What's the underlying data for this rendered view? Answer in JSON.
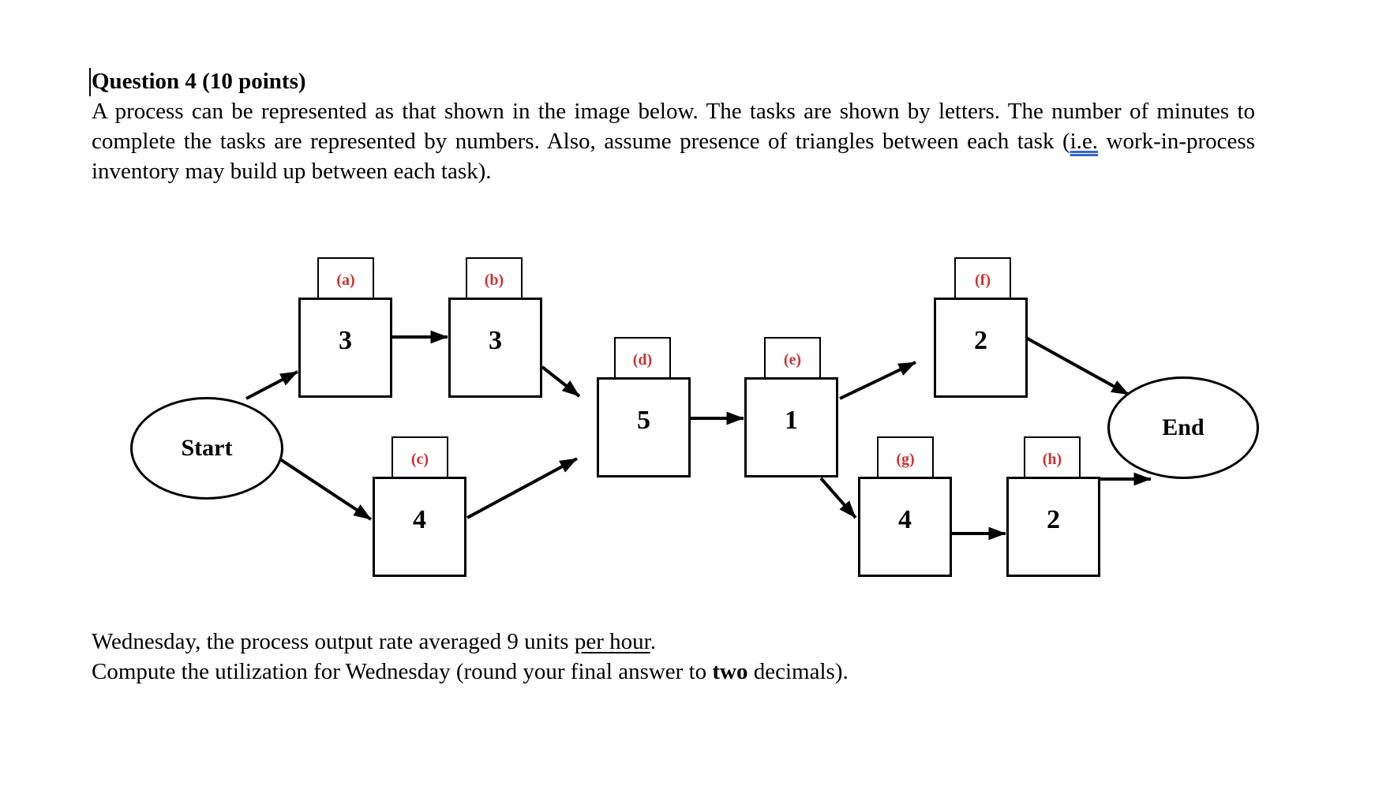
{
  "page": {
    "title": "Question 4 (10 points)",
    "paragraph": {
      "before_ie": "A process can be represented as that shown in the image below. The tasks are shown by letters. The number of minutes to complete the tasks are represented by numbers. Also, assume presence of triangles between each task (",
      "ie": "i.e.",
      "after_ie": " work-in-process inventory may build up between each task)."
    },
    "footer": {
      "line1_before": "Wednesday, the process output rate averaged 9 units ",
      "line1_underlined": "per hour",
      "line1_after": ".",
      "line2_before": "Compute the utilization for Wednesday (round your final answer to ",
      "line2_bold": "two",
      "line2_after": " decimals)."
    }
  },
  "diagram": {
    "start_label": "Start",
    "end_label": "End",
    "tasks": [
      {
        "id": "a",
        "label": "(a)",
        "minutes": "3"
      },
      {
        "id": "b",
        "label": "(b)",
        "minutes": "3"
      },
      {
        "id": "c",
        "label": "(c)",
        "minutes": "4"
      },
      {
        "id": "d",
        "label": "(d)",
        "minutes": "5"
      },
      {
        "id": "e",
        "label": "(e)",
        "minutes": "1"
      },
      {
        "id": "f",
        "label": "(f)",
        "minutes": "2"
      },
      {
        "id": "g",
        "label": "(g)",
        "minutes": "4"
      },
      {
        "id": "h",
        "label": "(h)",
        "minutes": "2"
      }
    ],
    "connections": [
      {
        "from": "Start",
        "to": "a"
      },
      {
        "from": "a",
        "to": "b"
      },
      {
        "from": "b",
        "to": "d"
      },
      {
        "from": "Start",
        "to": "c"
      },
      {
        "from": "c",
        "to": "d"
      },
      {
        "from": "d",
        "to": "e"
      },
      {
        "from": "e",
        "to": "f"
      },
      {
        "from": "e",
        "to": "g"
      },
      {
        "from": "f",
        "to": "End"
      },
      {
        "from": "g",
        "to": "h"
      },
      {
        "from": "h",
        "to": "End"
      }
    ],
    "colors": {
      "task_label_red": "#cc3333",
      "line_black": "#000000",
      "grammar_underline_blue": "#3a66c9"
    }
  }
}
